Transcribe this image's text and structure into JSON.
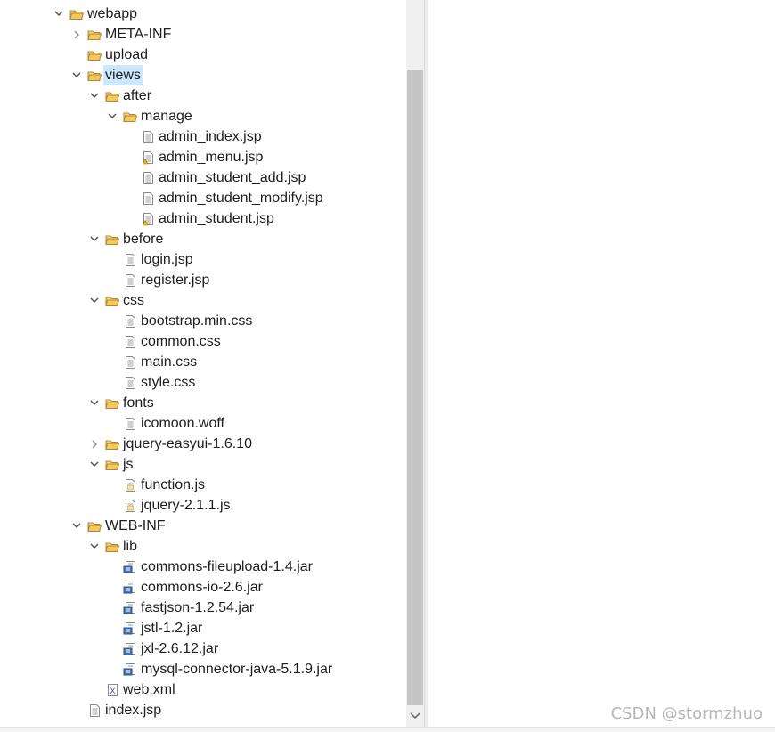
{
  "tree": [
    {
      "label": "webapp",
      "type": "folder",
      "depth": 0,
      "expanded": true
    },
    {
      "label": "META-INF",
      "type": "folder",
      "depth": 1,
      "collapsed": true
    },
    {
      "label": "upload",
      "type": "folder",
      "depth": 1
    },
    {
      "label": "views",
      "type": "folder",
      "depth": 1,
      "expanded": true,
      "selected": true
    },
    {
      "label": "after",
      "type": "folder",
      "depth": 2,
      "expanded": true
    },
    {
      "label": "manage",
      "type": "folder",
      "depth": 3,
      "expanded": true
    },
    {
      "label": "admin_index.jsp",
      "type": "file",
      "depth": 4
    },
    {
      "label": "admin_menu.jsp",
      "type": "file-warn",
      "depth": 4
    },
    {
      "label": "admin_student_add.jsp",
      "type": "file",
      "depth": 4
    },
    {
      "label": "admin_student_modify.jsp",
      "type": "file",
      "depth": 4
    },
    {
      "label": "admin_student.jsp",
      "type": "file-warn",
      "depth": 4
    },
    {
      "label": "before",
      "type": "folder",
      "depth": 2,
      "expanded": true
    },
    {
      "label": "login.jsp",
      "type": "file",
      "depth": 3
    },
    {
      "label": "register.jsp",
      "type": "file",
      "depth": 3
    },
    {
      "label": "css",
      "type": "folder",
      "depth": 2,
      "expanded": true
    },
    {
      "label": "bootstrap.min.css",
      "type": "file",
      "depth": 3
    },
    {
      "label": "common.css",
      "type": "file",
      "depth": 3
    },
    {
      "label": "main.css",
      "type": "file",
      "depth": 3
    },
    {
      "label": "style.css",
      "type": "file",
      "depth": 3
    },
    {
      "label": "fonts",
      "type": "folder",
      "depth": 2,
      "expanded": true
    },
    {
      "label": "icomoon.woff",
      "type": "file",
      "depth": 3
    },
    {
      "label": "jquery-easyui-1.6.10",
      "type": "folder",
      "depth": 2,
      "collapsed": true
    },
    {
      "label": "js",
      "type": "folder",
      "depth": 2,
      "expanded": true
    },
    {
      "label": "function.js",
      "type": "file-js",
      "depth": 3
    },
    {
      "label": "jquery-2.1.1.js",
      "type": "file-js",
      "depth": 3
    },
    {
      "label": "WEB-INF",
      "type": "folder",
      "depth": 1,
      "expanded": true
    },
    {
      "label": "lib",
      "type": "folder",
      "depth": 2,
      "expanded": true
    },
    {
      "label": "commons-fileupload-1.4.jar",
      "type": "jar",
      "depth": 3
    },
    {
      "label": "commons-io-2.6.jar",
      "type": "jar",
      "depth": 3
    },
    {
      "label": "fastjson-1.2.54.jar",
      "type": "jar",
      "depth": 3
    },
    {
      "label": "jstl-1.2.jar",
      "type": "jar",
      "depth": 3
    },
    {
      "label": "jxl-2.6.12.jar",
      "type": "jar",
      "depth": 3
    },
    {
      "label": "mysql-connector-java-5.1.9.jar",
      "type": "jar",
      "depth": 3
    },
    {
      "label": "web.xml",
      "type": "xml",
      "depth": 2
    },
    {
      "label": "index.jsp",
      "type": "file",
      "depth": 1
    }
  ],
  "watermark": "CSDN @stormzhuo",
  "colors": {
    "selection": "#cce8ff",
    "folder": "#e8b64c",
    "scroll_thumb": "#c4c4c4"
  }
}
